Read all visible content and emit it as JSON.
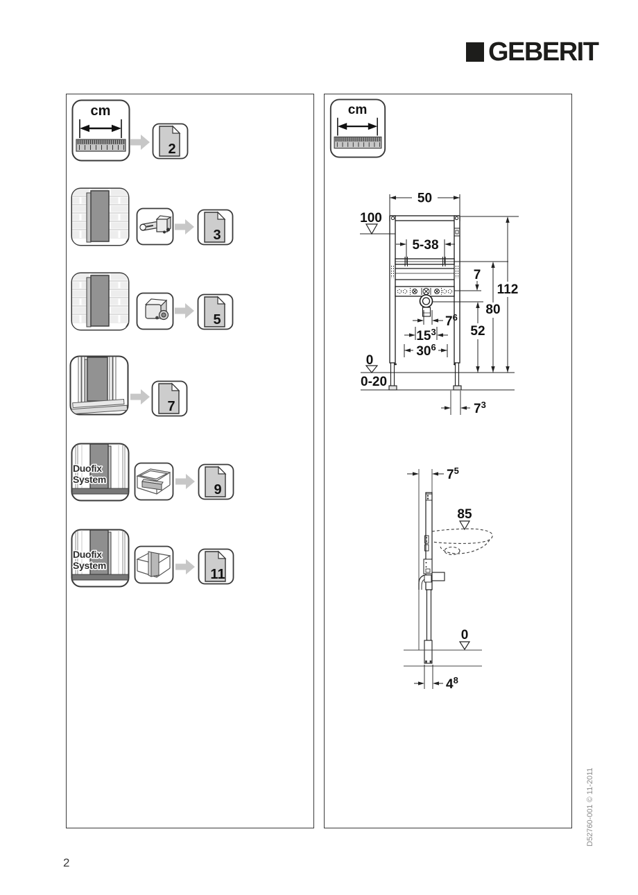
{
  "logo": {
    "text": "GEBERIT"
  },
  "page_footer": {
    "page_number": "2",
    "doc_code": "D52760-001 © 11-2011"
  },
  "left_panel": {
    "unit_label": "cm",
    "rows": [
      {
        "page": "2"
      },
      {
        "page": "3"
      },
      {
        "page": "5"
      },
      {
        "page": "7"
      },
      {
        "page": "9",
        "system_label_line1": "Duofix",
        "system_label_line2": "System"
      },
      {
        "page": "11",
        "system_label_line1": "Duofix",
        "system_label_line2": "System"
      }
    ]
  },
  "right_panel": {
    "unit_label": "cm",
    "front_view": {
      "top_width": "50",
      "top_level": "100",
      "bracket_range": "5-38",
      "rail_offset": "7",
      "height_total": "112",
      "height_crossbar": "80",
      "height_drain": "52",
      "drain_width": {
        "base": "7",
        "sup": "6"
      },
      "tap_spacing": {
        "base": "15",
        "sup": "3"
      },
      "fixing_spacing": {
        "base": "30",
        "sup": "6"
      },
      "floor_level": "0",
      "foot_adjust": "0-20",
      "foot_depth": {
        "base": "7",
        "sup": "3"
      }
    },
    "side_view": {
      "wall_depth": {
        "base": "7",
        "sup": "5"
      },
      "basin_level": "85",
      "floor_level": "0",
      "foot_depth": {
        "base": "4",
        "sup": "8"
      }
    }
  }
}
